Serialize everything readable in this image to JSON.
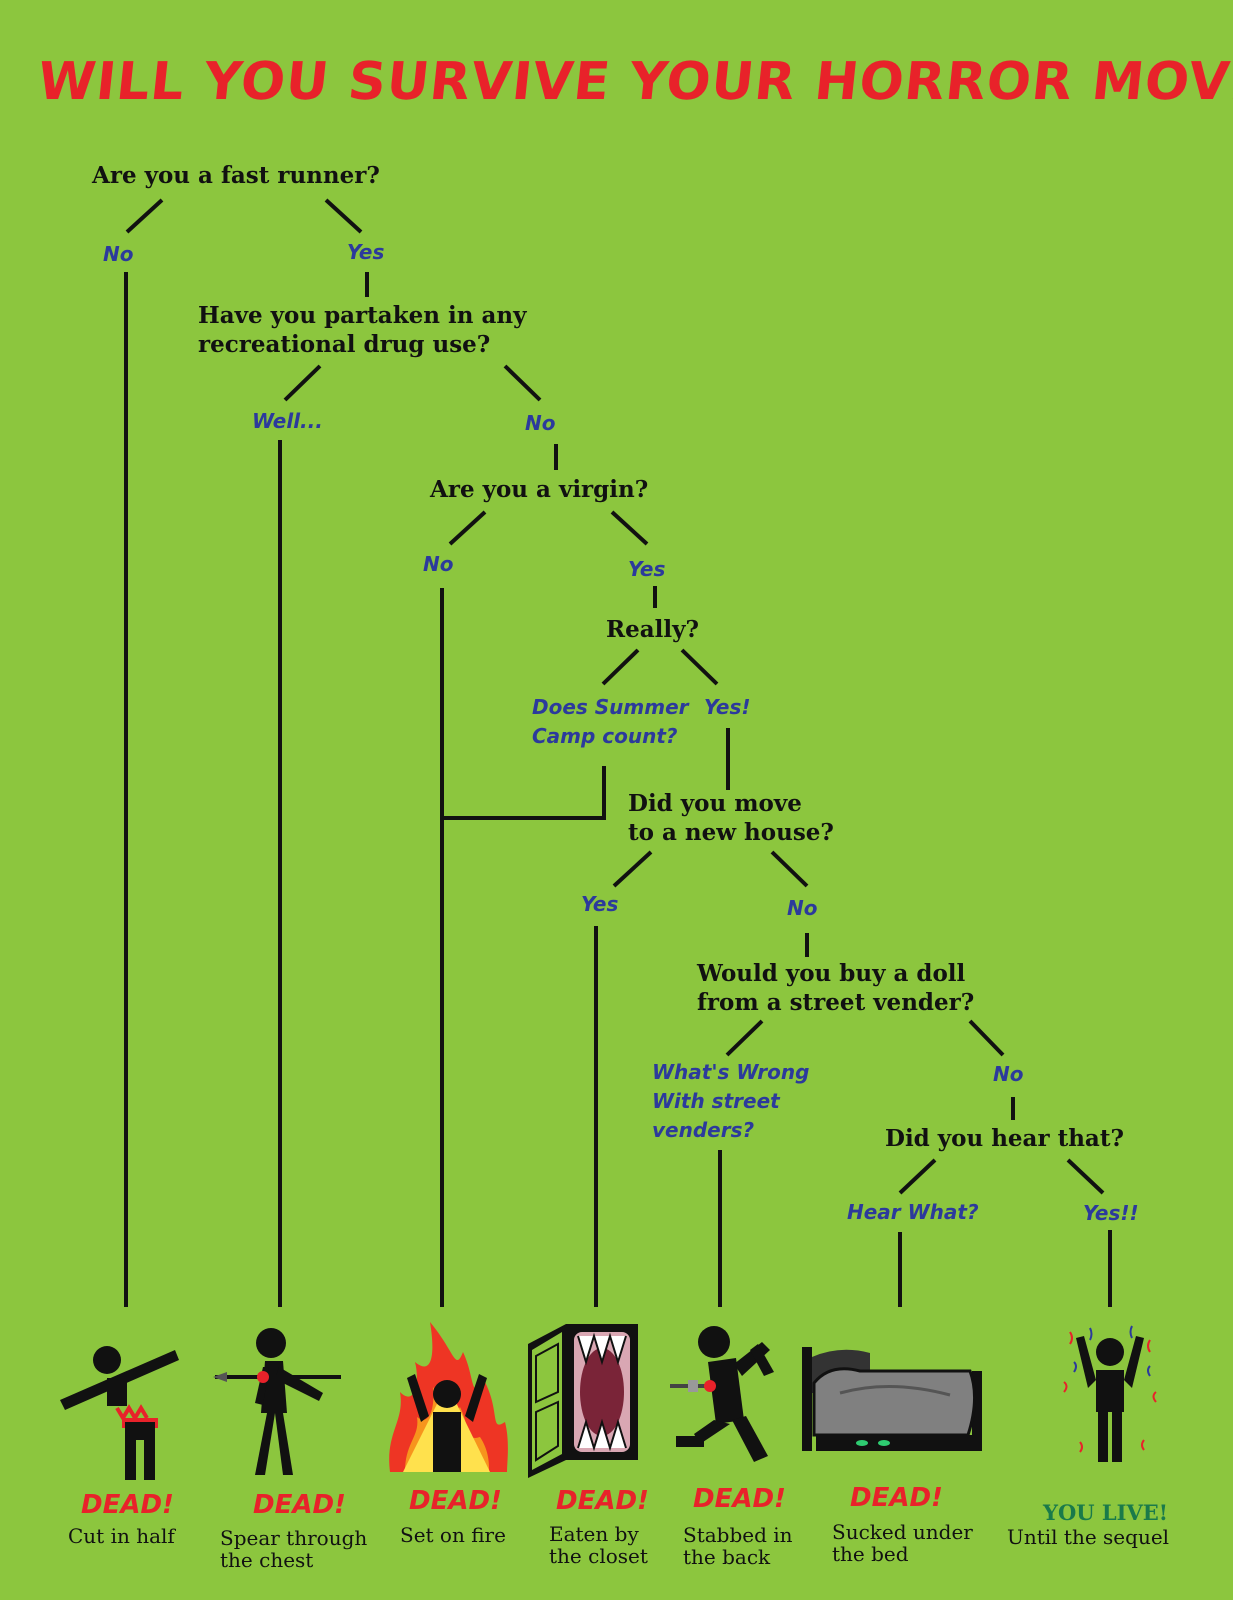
{
  "title": "WILL YOU SURVIVE YOUR HORROR MOVIE?",
  "colors": {
    "background": "#8cc63e",
    "title": "#e8222a",
    "answers": "#2c3a9c",
    "dead": "#e8222a",
    "live": "#1a7a4a"
  },
  "questions": {
    "q1": "Are you a fast runner?",
    "q2_line1": "Have you partaken in any",
    "q2_line2": "recreational drug use?",
    "q3": "Are you a virgin?",
    "q4": "Really?",
    "q5_line1": "Did you move",
    "q5_line2": "to a new house?",
    "q6_line1": "Would you buy a doll",
    "q6_line2": "from a street vender?",
    "q7": "Did you hear that?"
  },
  "answers": {
    "q1_no": "No",
    "q1_yes": "Yes",
    "q2_well": "Well...",
    "q2_no": "No",
    "q3_no": "No",
    "q3_yes": "Yes",
    "q4_summer_line1": "Does Summer",
    "q4_summer_line2": "Camp count?",
    "q4_yes": "Yes!",
    "q5_yes": "Yes",
    "q5_no": "No",
    "q6_wrong_line1": "What's Wrong",
    "q6_wrong_line2": "With street",
    "q6_wrong_line3": "venders?",
    "q6_no": "No",
    "q7_hear": "Hear What?",
    "q7_yes": "Yes!!"
  },
  "outcomes": [
    {
      "status": "DEAD!",
      "line1": "Cut in half",
      "line2": "",
      "icon": "cut-in-half-icon"
    },
    {
      "status": "DEAD!",
      "line1": "Spear through",
      "line2": "the chest",
      "icon": "spear-icon"
    },
    {
      "status": "DEAD!",
      "line1": "Set on fire",
      "line2": "",
      "icon": "fire-icon"
    },
    {
      "status": "DEAD!",
      "line1": "Eaten by",
      "line2": "the closet",
      "icon": "closet-monster-icon"
    },
    {
      "status": "DEAD!",
      "line1": "Stabbed in",
      "line2": "the back",
      "icon": "stabbed-icon"
    },
    {
      "status": "DEAD!",
      "line1": "Sucked under",
      "line2": "the bed",
      "icon": "bed-monster-icon"
    },
    {
      "status": "YOU LIVE!",
      "line1": "Until the sequel",
      "line2": "",
      "icon": "celebrating-person-icon"
    }
  ]
}
